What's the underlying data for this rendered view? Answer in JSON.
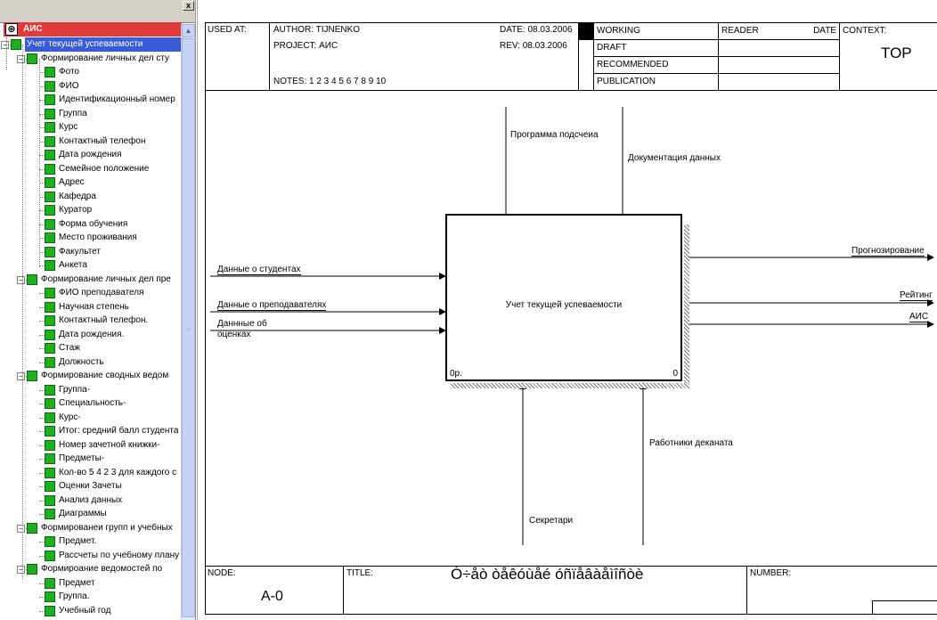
{
  "tree": {
    "close_glyph": "x",
    "root_label": "АИС",
    "scroll_up": "▲",
    "nodes": [
      {
        "label": "Учет текущей успеваемости",
        "level": 0,
        "expand": "−",
        "selected": true
      },
      {
        "label": "Формирование личных дел сту",
        "level": 1,
        "expand": "−"
      },
      {
        "label": "Фото",
        "level": 2
      },
      {
        "label": "ФИО",
        "level": 2
      },
      {
        "label": "Идентификационный номер",
        "level": 2
      },
      {
        "label": "Группа",
        "level": 2
      },
      {
        "label": "Курс",
        "level": 2
      },
      {
        "label": "Контактный телефон",
        "level": 2
      },
      {
        "label": "Дата рождения",
        "level": 2
      },
      {
        "label": "Семейное положение",
        "level": 2
      },
      {
        "label": "Адрес",
        "level": 2
      },
      {
        "label": "Кафедра",
        "level": 2
      },
      {
        "label": "Куратор",
        "level": 2
      },
      {
        "label": "Форма обучения",
        "level": 2
      },
      {
        "label": "Место проживания",
        "level": 2
      },
      {
        "label": "Факультет",
        "level": 2
      },
      {
        "label": "Анкета",
        "level": 2
      },
      {
        "label": "Формирование личных дел пре",
        "level": 1,
        "expand": "−"
      },
      {
        "label": "ФИО преподавателя",
        "level": 2
      },
      {
        "label": "Научная степень",
        "level": 2
      },
      {
        "label": "Контактный телефон.",
        "level": 2
      },
      {
        "label": "Дата рождения.",
        "level": 2
      },
      {
        "label": "Стаж",
        "level": 2
      },
      {
        "label": "Должность",
        "level": 2
      },
      {
        "label": "Формирование сводных ведом",
        "level": 1,
        "expand": "−"
      },
      {
        "label": "Группа-",
        "level": 2
      },
      {
        "label": "Специальность-",
        "level": 2
      },
      {
        "label": "Курс-",
        "level": 2
      },
      {
        "label": "Итог: средний балл студента",
        "level": 2
      },
      {
        "label": "Номер зачетной книжки-",
        "level": 2
      },
      {
        "label": "Предметы-",
        "level": 2
      },
      {
        "label": "Кол-во 5 4 2 3 для каждого с",
        "level": 2
      },
      {
        "label": "Оценки Зачеты",
        "level": 2
      },
      {
        "label": "Анализ данных",
        "level": 2
      },
      {
        "label": "Диаграммы",
        "level": 2
      },
      {
        "label": "Формированеи групп и учебных",
        "level": 1,
        "expand": "−"
      },
      {
        "label": "Предмет.",
        "level": 2
      },
      {
        "label": "Рассчеты по учебному плану",
        "level": 2
      },
      {
        "label": "Формироание ведомостей по",
        "level": 1,
        "expand": "−"
      },
      {
        "label": "Предмет",
        "level": 2
      },
      {
        "label": "Группа.",
        "level": 2
      },
      {
        "label": "Учебный год",
        "level": 2
      }
    ]
  },
  "header": {
    "used_at": "USED AT:",
    "author": "AUTHOR:  TIJNENKO",
    "project": "PROJECT:  АИС",
    "notes": "NOTES:  1  2  3  4  5  6  7  8  9  10",
    "date": "DATE:  08.03.2006",
    "rev": "REV:   08.03.2006",
    "working": "WORKING",
    "draft": "DRAFT",
    "recommended": "RECOMMENDED",
    "publication": "PUBLICATION",
    "reader": "READER",
    "date2": "DATE",
    "context": "CONTEXT:",
    "context_value": "TOP"
  },
  "diagram": {
    "box_title": "Учет текущей успеваемости",
    "box_node": "0р.",
    "box_number": "0",
    "controls": [
      "Программа подсчеиа",
      "Документация данных"
    ],
    "inputs": [
      "Данные о студентах",
      "Данные о преподавателях",
      "Даннные об",
      "оценках"
    ],
    "outputs": [
      "Прогнозирование",
      "Рейтинг",
      "АИС"
    ],
    "mechanisms": [
      "Работники деканата",
      "Секретари"
    ]
  },
  "footer": {
    "node_label": "NODE:",
    "node_value": "A-0",
    "title_label": "TITLE:",
    "title_value": "Ó÷åò òåêóùåé óñïåâàåìîñòè",
    "number_label": "NUMBER:"
  },
  "colors": {
    "tree_root_bg": "#e03a3a",
    "tree_selected_bg": "#3a5bd8",
    "tree_item_box": "#1fae1f"
  }
}
